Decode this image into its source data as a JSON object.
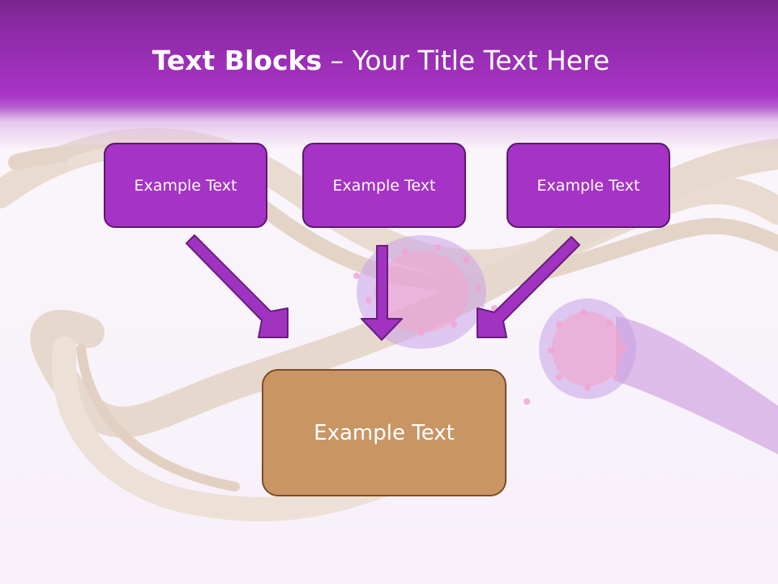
{
  "title": {
    "bold": "Text Blocks",
    "dash": " – ",
    "rest": "Your Title Text Here"
  },
  "boxes": {
    "left": "Example Text",
    "center": "Example Text",
    "right": "Example Text",
    "bottom": "Example Text"
  },
  "colors": {
    "header": "#a934c6",
    "box_fill": "#a533c5",
    "box_border": "#5e1670",
    "arrow_fill": "#a033c0",
    "arrow_stroke": "#6a1c80",
    "bottom_fill": "#c99565",
    "bottom_border": "#7a4e25"
  }
}
